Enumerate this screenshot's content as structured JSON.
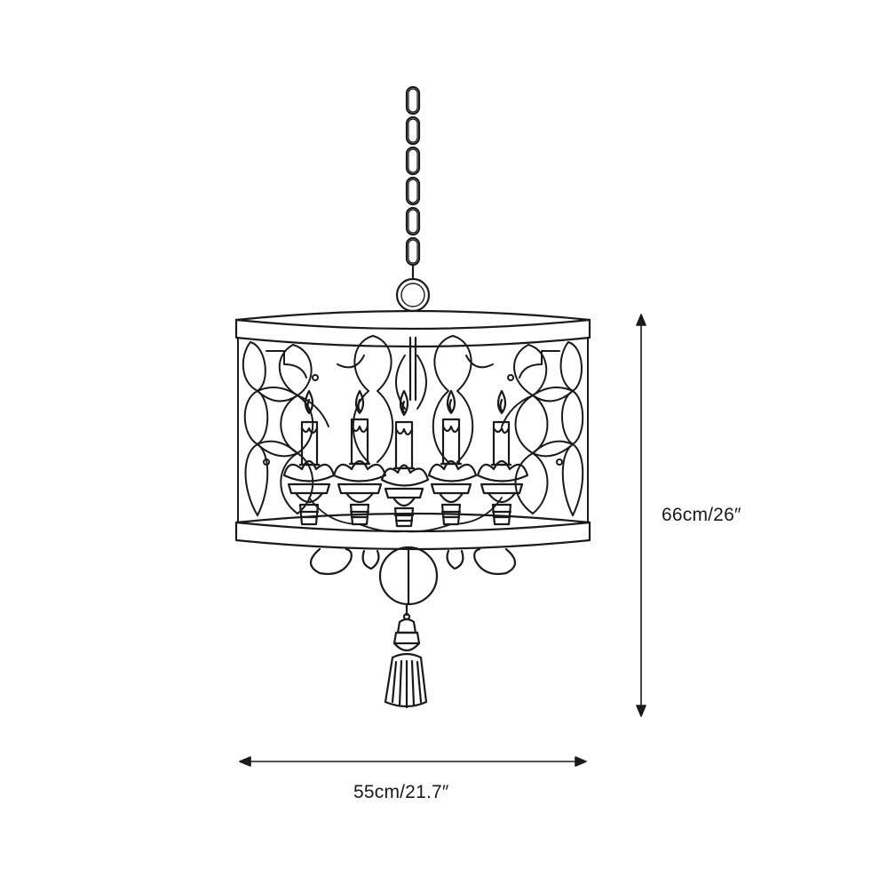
{
  "dimensions": {
    "height_label": "66cm/26″",
    "width_label": "55cm/21.7″"
  },
  "drawing": {
    "subject": "chandelier",
    "stroke_color": "#1a1a1a",
    "candle_count": 5
  }
}
